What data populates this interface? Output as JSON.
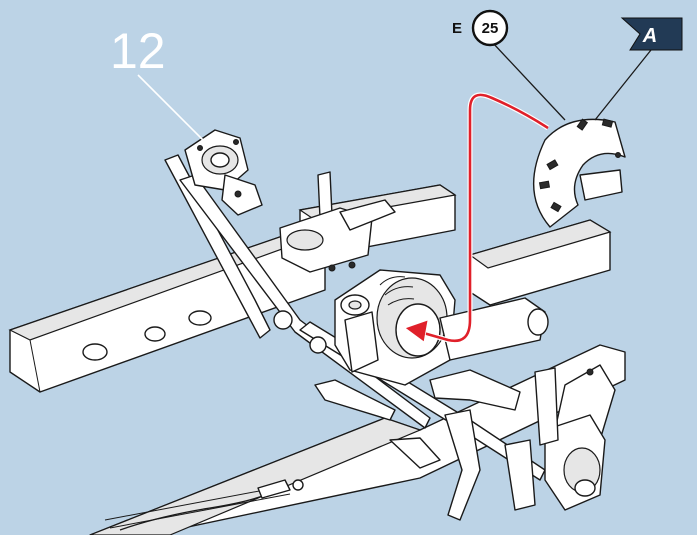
{
  "step": {
    "number": "12"
  },
  "callouts": {
    "part_letter": "E",
    "part_number": "25",
    "flag_letter": "A"
  },
  "colors": {
    "background": "#bcd3e6",
    "arrow": "#e0202a",
    "line": "#1a1a1a"
  },
  "icons": {
    "direction_arrow": "red-insertion-arrow",
    "flag": "dark-flag-icon"
  }
}
